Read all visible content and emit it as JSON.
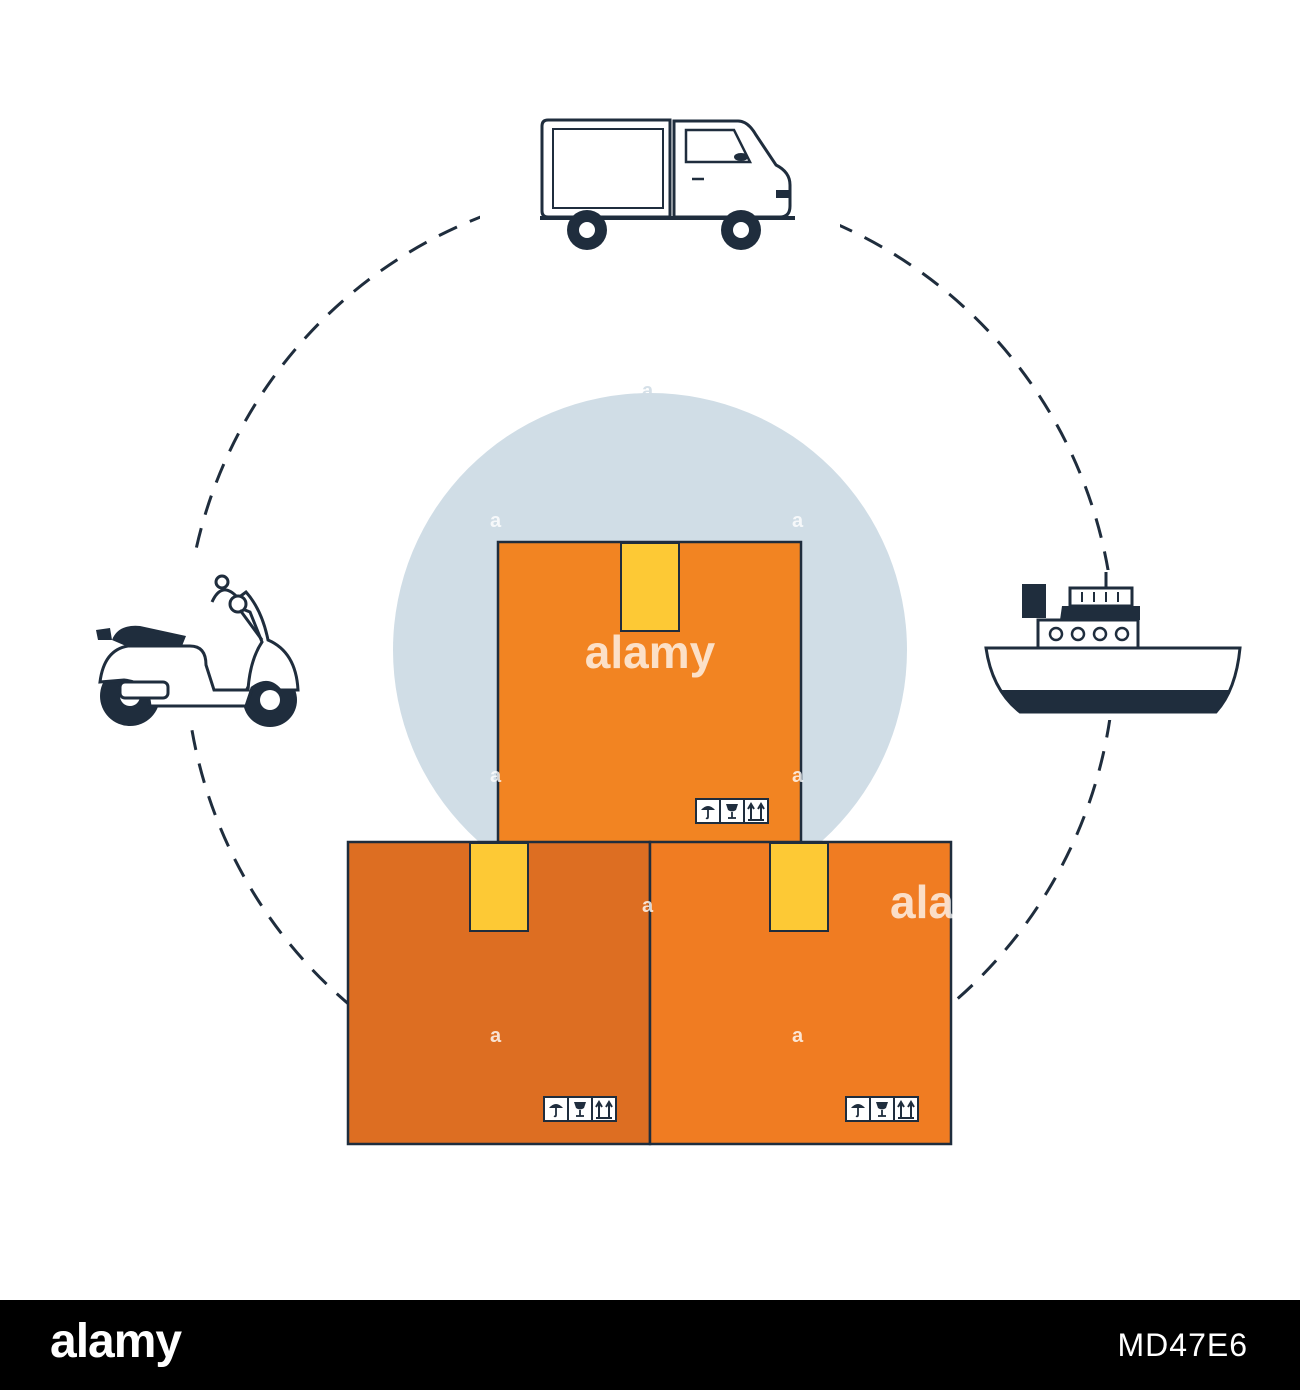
{
  "scene": {
    "ring_color": "#1f2d3d",
    "backdrop_color": "#d0dde6",
    "box_colors": {
      "top": "#f28422",
      "left": "#dd6e22",
      "right": "#f07c22",
      "tape": "#fdc935",
      "outline": "#1f2d3d"
    },
    "icons": [
      "delivery-truck-icon",
      "scooter-icon",
      "cargo-ship-icon",
      "cardboard-box-icon",
      "umbrella-icon",
      "fragile-glass-icon",
      "this-way-up-icon"
    ]
  },
  "watermark": {
    "center": "alamy",
    "right": "alal",
    "letter": "a"
  },
  "footer": {
    "logo": "alamy",
    "image_id": "MD47E6"
  }
}
